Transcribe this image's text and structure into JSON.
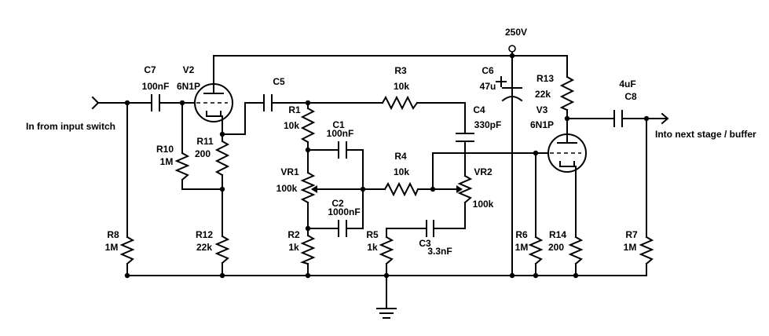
{
  "supply": {
    "label": "250V"
  },
  "input": {
    "label": "In from input switch"
  },
  "output": {
    "label": "Into next stage / buffer"
  },
  "tubes": [
    {
      "ref": "V2",
      "type": "6N1P"
    },
    {
      "ref": "V3",
      "type": "6N1P"
    }
  ],
  "resistors": {
    "R1": {
      "ref": "R1",
      "value": "10k"
    },
    "R2": {
      "ref": "R2",
      "value": "1k"
    },
    "R3": {
      "ref": "R3",
      "value": "10k"
    },
    "R4": {
      "ref": "R4",
      "value": "10k"
    },
    "R5": {
      "ref": "R5",
      "value": "1k"
    },
    "R6": {
      "ref": "R6",
      "value": "1M"
    },
    "R7": {
      "ref": "R7",
      "value": "1M"
    },
    "R8": {
      "ref": "R8",
      "value": "1M"
    },
    "R10": {
      "ref": "R10",
      "value": "1M"
    },
    "R11": {
      "ref": "R11",
      "value": "200"
    },
    "R12": {
      "ref": "R12",
      "value": "22k"
    },
    "R13": {
      "ref": "R13",
      "value": "22k"
    },
    "R14": {
      "ref": "R14",
      "value": "200"
    }
  },
  "pots": {
    "VR1": {
      "ref": "VR1",
      "value": "100k"
    },
    "VR2": {
      "ref": "VR2",
      "value": "100k"
    }
  },
  "capacitors": {
    "C1": {
      "ref": "C1",
      "value": "100nF"
    },
    "C2": {
      "ref": "C2",
      "value": "1000nF"
    },
    "C3": {
      "ref": "C3",
      "value": "3.3nF"
    },
    "C4": {
      "ref": "C4",
      "value": "330pF"
    },
    "C5": {
      "ref": "C5",
      "value": ""
    },
    "C6": {
      "ref": "C6",
      "value": "47u",
      "polarity": "+"
    },
    "C7": {
      "ref": "C7",
      "value": "100nF"
    },
    "C8": {
      "ref": "C8",
      "value": "4uF"
    }
  }
}
